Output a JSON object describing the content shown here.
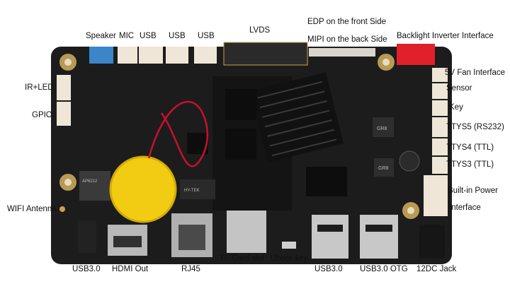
{
  "labels": {
    "speaker": "Speaker",
    "mic": "MIC",
    "usb_a": "USB",
    "usb_b": "USB",
    "usb_c": "USB",
    "lvds": "LVDS",
    "edp": "EDP on the front Side",
    "mipi": "MIPI on the back Side",
    "backlight": "Backlight Inverter Interface",
    "ir_led": "IR+LED",
    "gpio": "GPIO",
    "fan": "5V Fan Interface",
    "sensor": "Sensor",
    "key": "Key",
    "ttys5": "TTYS5 (RS232)",
    "ttys4": "TTYS4 (TTL)",
    "ttys3": "TTYS3 (TTL)",
    "power": "Built-in Power",
    "power2": "Interface",
    "wifi": "WIFI Antenna",
    "usb30_left": "USB3.0",
    "hdmi": "HDMI Out",
    "rj45": "RJ45",
    "tf": "TF Card slot",
    "uboot": "Uboot-key",
    "usb30_right": "USB3.0",
    "usb30_otg": "USB3.0 OTG",
    "dc_jack": "12DC Jack"
  },
  "board_text": {
    "chip_a": "AP6212",
    "chip_b": "GR8",
    "chip_c": "GR8",
    "net_chip": "HY-TEK"
  },
  "colors": {
    "pcb": "#1c1c1c",
    "speaker_connector": "#3a86c8",
    "backlight_connector": "#e0202a",
    "battery": "#f2cc12",
    "wire": "#c8102e",
    "white_connector": "#efe6d8"
  }
}
